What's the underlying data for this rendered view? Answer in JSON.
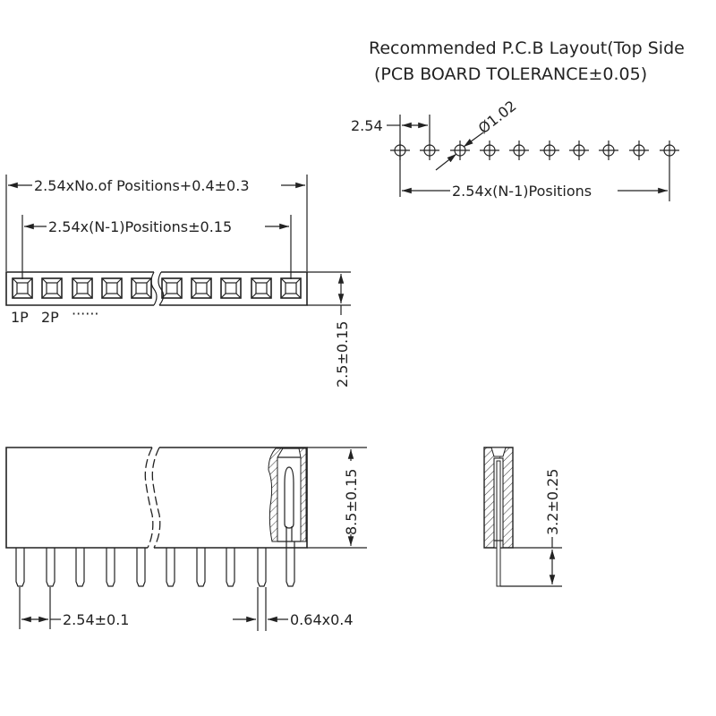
{
  "pcb_layout": {
    "title_line1": "Recommended P.C.B Layout(Top Side",
    "title_line2": "(PCB BOARD TOLERANCE±0.05)",
    "pitch_label": "2.54",
    "hole_diameter_label": "Ø1.02",
    "span_label": "2.54x(N-1)Positions",
    "hole_count": 10
  },
  "top_view": {
    "overall_length_label": "2.54xNo.of  Positions+0.4±0.3",
    "pin_span_label": "2.54x(N-1)Positions±0.15",
    "pin1_label": "1P",
    "pin2_label": "2P",
    "ellipsis_label": "······",
    "width_label": "2.5±0.15",
    "pad_count": 10
  },
  "front_view": {
    "height_label": "8.5±0.15",
    "pin_pitch_label": "2.54±0.1",
    "pin_size_label": "0.64x0.4",
    "pin_count": 10
  },
  "side_view": {
    "pin_length_label": "3.2±0.25"
  },
  "colors": {
    "line": "#222222",
    "background": "#ffffff"
  }
}
